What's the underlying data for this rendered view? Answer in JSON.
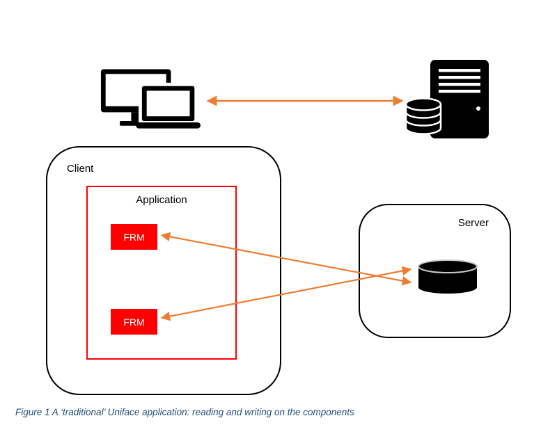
{
  "diagram": {
    "client": {
      "label": "Client"
    },
    "application": {
      "label": "Application"
    },
    "frm_top": {
      "label": "FRM"
    },
    "frm_bottom": {
      "label": "FRM"
    },
    "server": {
      "label": "Server"
    }
  },
  "caption": {
    "text": "Figure 1 A ‘traditional’ Uniface application: reading and writing on the components"
  },
  "icons": {
    "devices": "desktop-and-laptop-icon",
    "server_tower": "server-tower-icon",
    "tower_database": "database-cylinder-icon",
    "server_database": "database-cylinder-icon"
  },
  "arrows": [
    {
      "name": "client-server-sync-arrow",
      "direction": "bidirectional"
    },
    {
      "name": "db-to-frm-top-arrow",
      "direction": "bidirectional"
    },
    {
      "name": "db-to-frm-bottom-arrow",
      "direction": "bidirectional"
    }
  ],
  "colors": {
    "arrow": "#ED7D31",
    "frm_fill": "#FF0000",
    "app_border": "#FF0000",
    "caption": "#1F4E79"
  }
}
